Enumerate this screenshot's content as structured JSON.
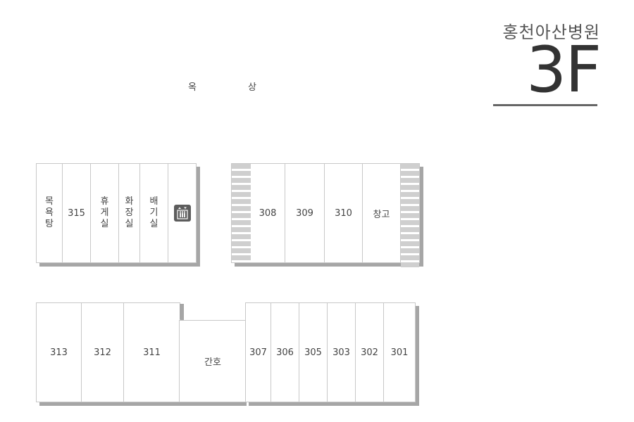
{
  "header": {
    "hospital_name": "홍천아산병원",
    "floor": "3F"
  },
  "rooftop": {
    "chars": [
      "옥",
      "상"
    ]
  },
  "block_a": {
    "rooms": {
      "bath": [
        "목",
        "욕",
        "탕"
      ],
      "r315": "315",
      "lounge": [
        "휴",
        "게",
        "실"
      ],
      "restroom": [
        "화",
        "장",
        "실"
      ],
      "distribution": [
        "배",
        "기",
        "실"
      ]
    },
    "elevator_icon": "elevator-icon"
  },
  "block_b": {
    "rooms": {
      "r308": "308",
      "r309": "309",
      "r310": "310",
      "storage": "창고"
    },
    "stairs_icon": "stairs-icon"
  },
  "block_c": {
    "rooms": {
      "r313": "313",
      "r312": "312",
      "r311": "311",
      "nurse": "간호",
      "r307": "307",
      "r306": "306",
      "r305": "305",
      "r303": "303",
      "r302": "302",
      "r301": "301"
    }
  }
}
